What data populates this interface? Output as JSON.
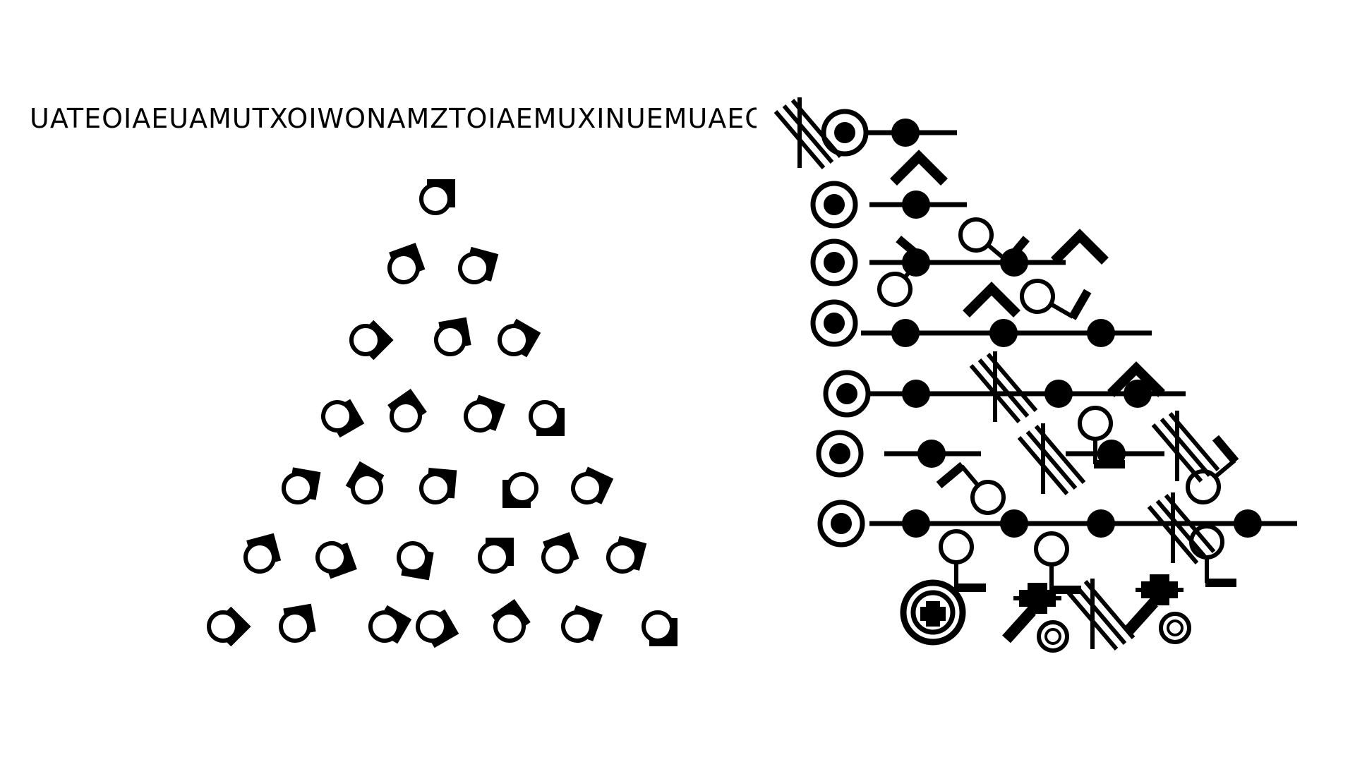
{
  "header_glyph_text": "UATEOIAEUAMUTXOIWONAMZTOIAEMUXINUEMUAEOIAM",
  "colors": {
    "ink": "#000000",
    "background": "#ffffff"
  },
  "icons": {
    "triangle_cluster": "ring-with-flag-glyph",
    "right_cluster_rings": "double-ring-bullseye",
    "right_cluster_hooks": "ring-with-hook-glyph",
    "right_cluster_strikes": "hatched-slash-glyph",
    "right_cluster_chevrons": "chevron-glyph",
    "bottom_symbols": "cross-in-circle-glyph"
  }
}
